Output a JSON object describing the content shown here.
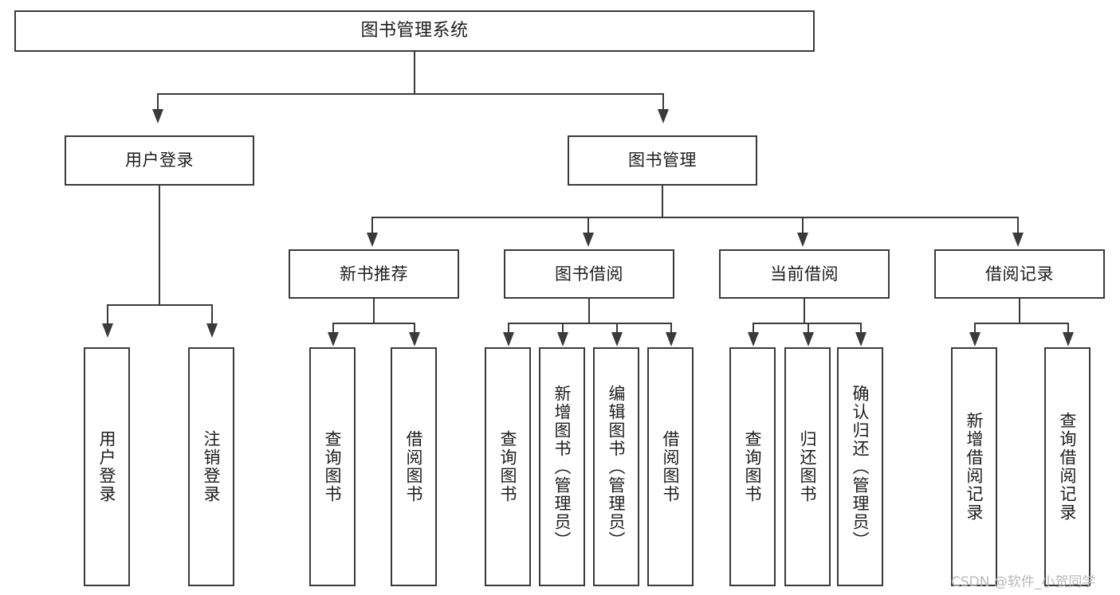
{
  "diagram": {
    "title": "图书管理系统",
    "type": "tree-hierarchy-chart",
    "colors": {
      "stroke": "#3a3a3a",
      "fill": "#ffffff",
      "text": "#1d1d1d",
      "watermark": "#b9b9b9"
    },
    "levels": {
      "root": {
        "label": "图书管理系统"
      },
      "level2": [
        {
          "label": "用户登录"
        },
        {
          "label": "图书管理"
        }
      ],
      "level3": [
        {
          "label": "新书推荐"
        },
        {
          "label": "图书借阅"
        },
        {
          "label": "当前借阅"
        },
        {
          "label": "借阅记录"
        }
      ],
      "leaves": {
        "user_login": [
          {
            "label": "用户登录"
          },
          {
            "label": "注销登录"
          }
        ],
        "new_book_recommend": [
          {
            "label": "查询图书"
          },
          {
            "label": "借阅图书"
          }
        ],
        "book_borrow": [
          {
            "label": "查询图书"
          },
          {
            "label": "新增图书（管理员）"
          },
          {
            "label": "编辑图书（管理员）"
          },
          {
            "label": "借阅图书"
          }
        ],
        "current_borrow": [
          {
            "label": "查询图书"
          },
          {
            "label": "归还图书"
          },
          {
            "label": "确认归还（管理员）"
          }
        ],
        "borrow_record": [
          {
            "label": "新增借阅记录"
          },
          {
            "label": "查询借阅记录"
          }
        ]
      }
    },
    "watermark": "CSDN @软件_小贺同学"
  }
}
